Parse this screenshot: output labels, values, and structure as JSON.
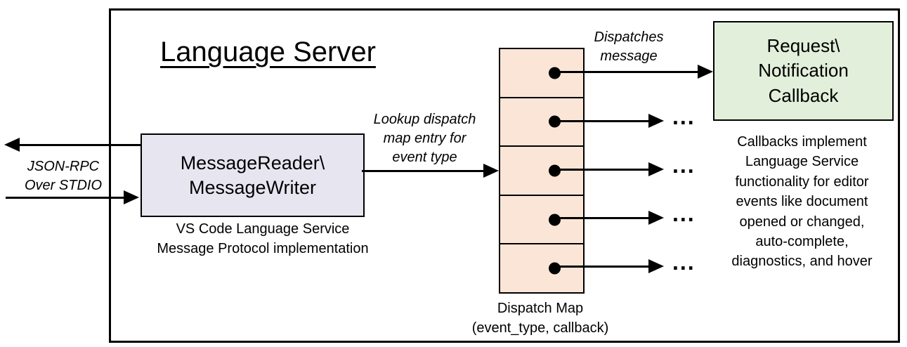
{
  "diagram": {
    "title": "Language Server",
    "io_label": "JSON-RPC\nOver STDIO",
    "reader_box_label": "MessageReader\\\nMessageWriter",
    "reader_caption": "VS Code Language Service\nMessage Protocol implementation",
    "lookup_label": "Lookup dispatch\nmap entry for\nevent type",
    "dispatches_label": "Dispatches\nmessage",
    "callback_box_label": "Request\\\nNotification\nCallback",
    "callbacks_note": "Callbacks implement\nLanguage Service\nfunctionality for editor\nevents like document\nopened or changed,\nauto-complete,\ndiagnostics, and hover",
    "dispatch_map_caption": "Dispatch Map\n(event_type, callback)",
    "ellipsis": "...",
    "colors": {
      "stroke": "#000000",
      "reader_box_fill": "#e7e6f0",
      "dispatch_map_fill": "#fbe5d6",
      "callback_box_fill": "#e2efda",
      "background": "#ffffff"
    }
  }
}
